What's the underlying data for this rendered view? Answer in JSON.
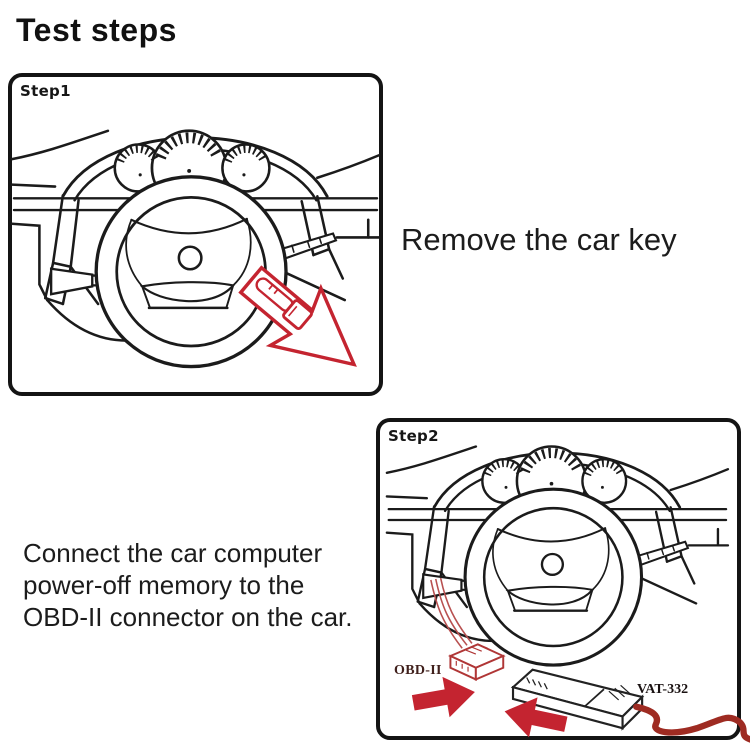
{
  "title": "Test steps",
  "steps": {
    "step1": {
      "label": "Step1",
      "caption": "Remove the car key"
    },
    "step2": {
      "label": "Step2",
      "caption_lines": {
        "l1": "Connect the car computer",
        "l2": "power-off memory to the",
        "l3": "OBD-II connector on the car."
      },
      "connector_label": "OBD-II",
      "device_label": "VAT-332"
    }
  },
  "colors": {
    "line_black": "#1b1b1b",
    "accent_red": "#c42430",
    "wire_red": "#b85050",
    "cable_red": "#9e2b22",
    "maroon_label": "#40201c"
  },
  "icons": [
    "car-dashboard-icon",
    "steering-wheel-icon",
    "car-key-icon",
    "arrow-down-right-icon",
    "obd-connector-icon",
    "vat-332-device-icon",
    "arrow-right-icon",
    "arrow-left-icon"
  ]
}
